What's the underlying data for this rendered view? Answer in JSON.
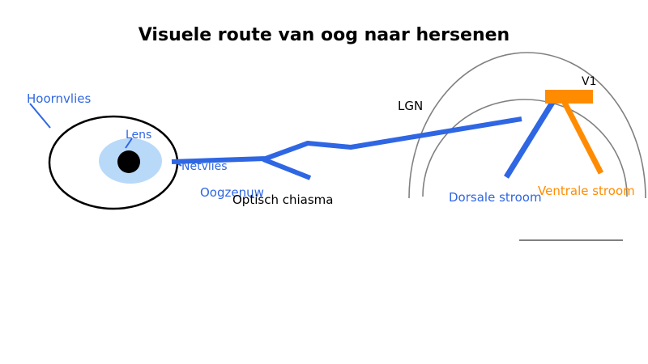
{
  "title": "Visuele route van oog naar hersenen",
  "labels": {
    "hoornvlies": "Hoornvlies",
    "lens": "Lens",
    "netvlies": "Netvlies",
    "oogzenuw": "Oogzenuw",
    "optisch_chiasma": "Optisch chiasma",
    "lgn": "LGN",
    "v1": "V1",
    "dorsale_stroom": "Dorsale stroom",
    "ventrale_stroom": "Ventrale stroom"
  },
  "colors": {
    "pathway_blue": "#2f66e3",
    "ventral_orange": "#ff8c00",
    "brain_outline_gray": "#808080",
    "iris_lightblue": "#b9d9f9",
    "pupil_black": "#000000",
    "text_black": "#000000",
    "background": "#ffffff"
  }
}
